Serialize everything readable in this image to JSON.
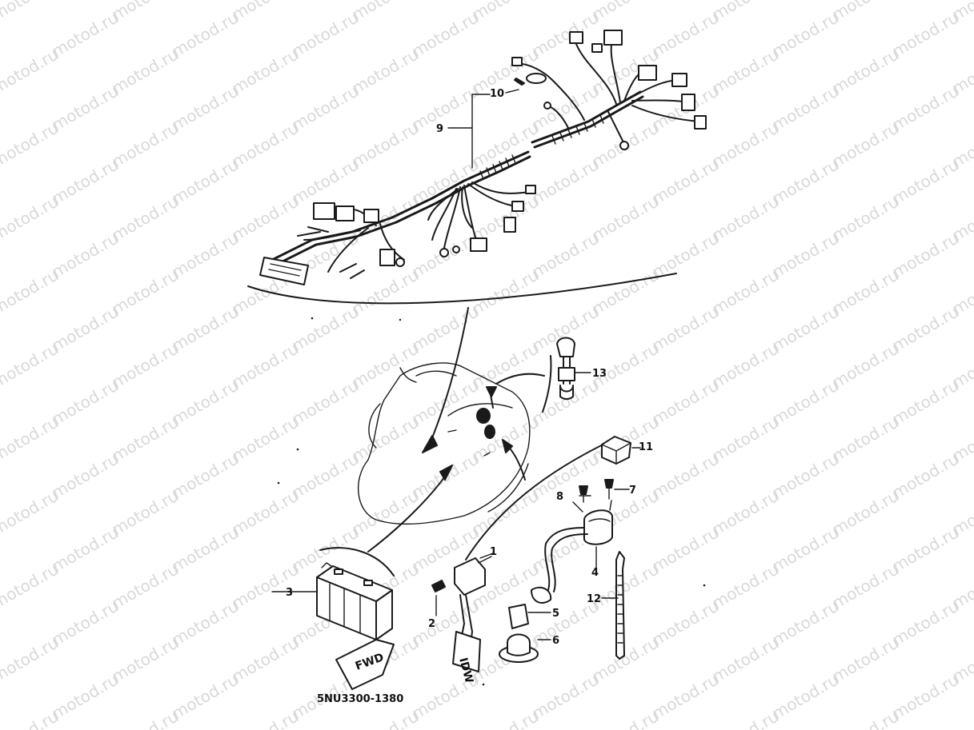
{
  "watermark_text": "motod.ru",
  "callouts": {
    "n1": "1",
    "n2": "2",
    "n3": "3",
    "n4": "4",
    "n5": "5",
    "n6": "6",
    "n7": "7",
    "n8": "8",
    "n9": "9",
    "n10": "10",
    "n11": "11",
    "n12": "12",
    "n13": "13"
  },
  "battery_tag": "FWD",
  "cdi_tag": "IDW",
  "diagram_code": "5NU3300-1380"
}
